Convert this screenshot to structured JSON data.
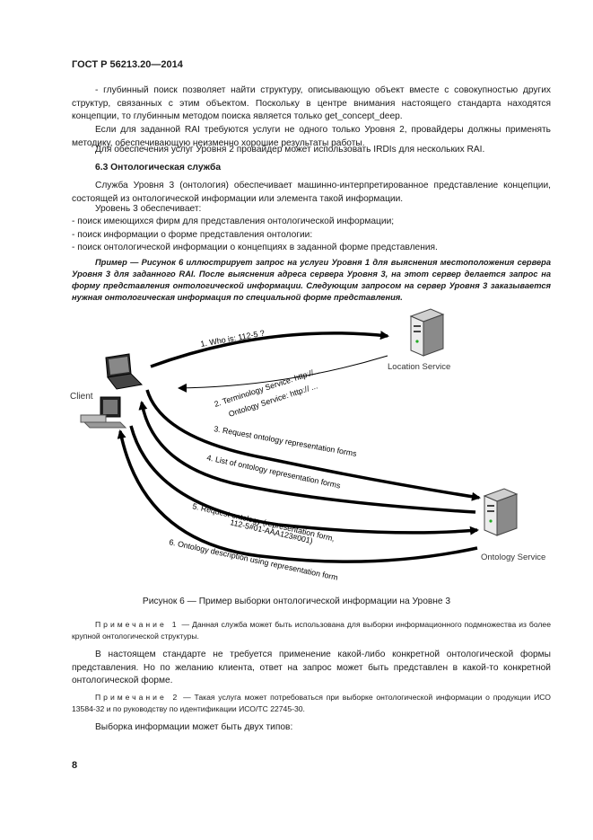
{
  "header": {
    "standard": "ГОСТ Р 56213.20—2014"
  },
  "paragraphs": {
    "p1": "- глубинный поиск позволяет найти структуру, описывающую объект вместе с совокупностью других структур, связанных с этим объектом. Поскольку в центре внимания настоящего стандарта находятся концепции, то глубинным методом поиска является только get_concept_deep.",
    "p2": "Если для заданной RAI требуются услуги не одного только Уровня 2, провайдеры должны применять методику, обеспечивающую неизменно хорошие результаты работы.",
    "p3": "Для обеспечения услуг Уровня 2 провайдер может использовать IRDIs для нескольких RAI.",
    "section_title": "6.3 Онтологическая служба",
    "p4": "Служба Уровня 3 (онтология) обеспечивает машинно-интерпретированное представление концепции, состоящей из онтологической информации или элемента такой информации.",
    "p5": "Уровень 3 обеспечивает:",
    "bullets": [
      "- поиск имеющихся фирм для представления онтологической информации;",
      "- поиск информации о форме представления онтологии:",
      "- поиск онтологической информации о концепциях в заданной форме представления."
    ],
    "example": "Пример — Рисунок 6 иллюстрирует запрос на услуги Уровня 1 для выяснения местоположения сервера Уровня 3 для заданного RAI. После выяснения адреса сервера Уровня 3, на этот сервер делается запрос на форму представления онтологической информации. Следующим запросом на сервер Уровня 3 заказывается нужная онтологическая информация по специальной форме представления."
  },
  "figure": {
    "client_label": "Client",
    "location_label": "Location Service",
    "ontology_label": "Ontology Service",
    "arrows": [
      "1. Who is: 112-5 ?",
      "2. Terminology Service: http://...",
      "Ontology Service: http://  ...",
      "3. Request ontology representation forms",
      "4. List of ontology representation forms",
      "5. Request ontology (representation form,",
      "112-5#01-AAA123#001)",
      "6. Ontology description using representation form"
    ],
    "caption": "Рисунок 6 — Пример выборки онтологической информации на Уровне 3"
  },
  "notes": {
    "note1_label": "Примечание 1",
    "note1_text": " — Данная служба может быть использована для выборки информационного подмножества из более крупной онтологической структуры.",
    "p6": "В настоящем стандарте не требуется применение какой-либо конкретной онтологической формы представления. Но по желанию клиента, ответ на запрос может быть представлен в какой-то конкретной онтологической форме.",
    "note2_label": "Примечание 2",
    "note2_text": " — Такая услуга может потребоваться при выборке онтологической информации о продукции ИСО 13584-32 и по руководству по идентификации ИСО/ТС 22745-30.",
    "p7": "Выборка информации может быть двух типов:"
  },
  "page_number": "8"
}
